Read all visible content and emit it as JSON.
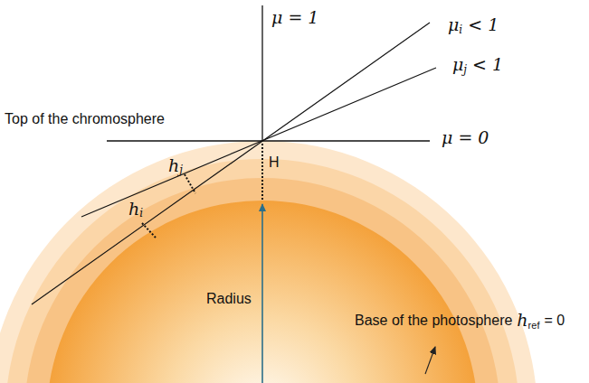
{
  "diagram": {
    "labels": [
      "μ = 1",
      "μ",
      "i",
      "< 1",
      "μ",
      "j",
      "< 1",
      "Top of the chromosphere",
      "μ = 0",
      "h",
      "j",
      "h",
      "i",
      "H",
      "Radius",
      "Base of the photosphere",
      "h",
      "ref",
      "= 0"
    ]
  }
}
